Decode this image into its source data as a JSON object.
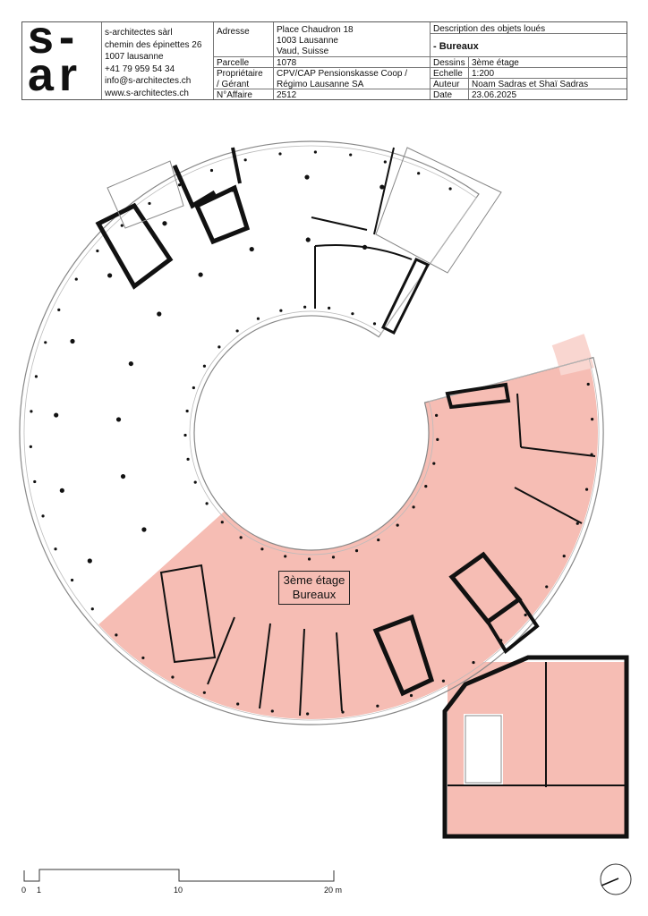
{
  "title_block": {
    "logo": "s-ar",
    "company": [
      "s-architectes sàrl",
      "chemin des épinettes 26",
      "1007 lausanne",
      "+41 79 959 54 34",
      "info@s-architectes.ch",
      "www.s-architectes.ch"
    ],
    "adresse_label": "Adresse",
    "adresse_value": [
      "Place Chaudron 18",
      "1003 Lausanne",
      "Vaud, Suisse"
    ],
    "parcelle_label": "Parcelle",
    "parcelle_value": "1078",
    "proprietaire_label": [
      "Propriétaire",
      "/ Gérant"
    ],
    "proprietaire_value": [
      "CPV/CAP Pensionskasse Coop /",
      "Régimo Lausanne SA"
    ],
    "affaire_label": "N°Affaire",
    "affaire_value": "2512",
    "description_label": "Description des objets loués",
    "description_value": "- Bureaux",
    "dessins_label": "Dessins",
    "dessins_value": "3ème étage",
    "echelle_label": "Echelle",
    "echelle_value": "1:200",
    "auteur_label": "Auteur",
    "auteur_value": "Noam Sadras et Shaï Sadras",
    "date_label": "Date",
    "date_value": "23.06.2025"
  },
  "plan": {
    "label_line1": "3ème étage",
    "label_line2": "Bureaux",
    "highlight_color": "#f6bdb4",
    "highlight_light": "#f9d6d0"
  },
  "scale_bar": {
    "labels": [
      "0",
      "1",
      "10",
      "20 m"
    ]
  }
}
